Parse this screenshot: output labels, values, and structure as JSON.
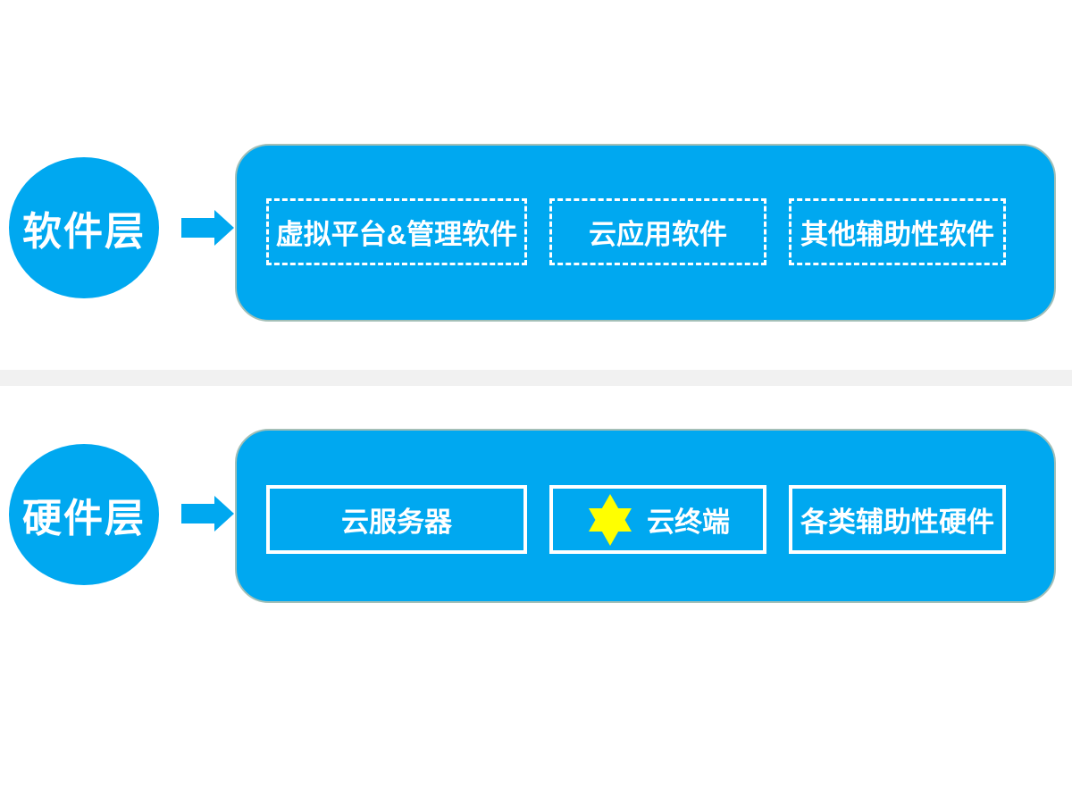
{
  "colors": {
    "primary_blue": "#00a8f0",
    "panel_border": "#a3bfb7",
    "divider_gray": "#f1f1f1",
    "box_border_white": "#ffffff",
    "star_yellow": "#ffff00",
    "text_white": "#ffffff"
  },
  "layers": [
    {
      "id": "software",
      "circle_label": "软件层",
      "box_style": "dashed",
      "items": [
        {
          "label": "虚拟平台&管理软件"
        },
        {
          "label": "云应用软件"
        },
        {
          "label": "其他辅助性软件"
        }
      ]
    },
    {
      "id": "hardware",
      "circle_label": "硬件层",
      "box_style": "solid",
      "items": [
        {
          "label": "云服务器"
        },
        {
          "label": "云终端",
          "icon": "hexagram-star"
        },
        {
          "label": "各类辅助性硬件"
        }
      ]
    }
  ]
}
